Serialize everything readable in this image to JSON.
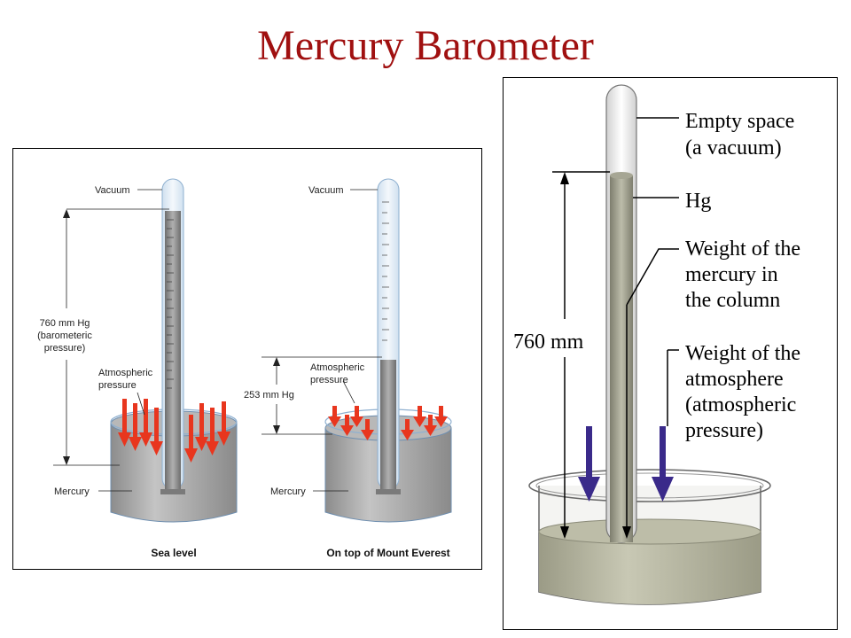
{
  "title": "Mercury Barometer",
  "left_diagram": {
    "sea_level": {
      "vacuum_label": "Vacuum",
      "height_label": [
        "760 mm Hg",
        "(barometeric",
        "pressure)"
      ],
      "atm_label": [
        "Atmospheric",
        "pressure"
      ],
      "mercury_label": "Mercury",
      "caption": "Sea level"
    },
    "everest": {
      "vacuum_label": "Vacuum",
      "height_label": "253 mm Hg",
      "atm_label": [
        "Atmospheric",
        "pressure"
      ],
      "mercury_label": "Mercury",
      "caption": "On top of Mount Everest"
    }
  },
  "right_diagram": {
    "labels": {
      "empty_space": [
        "Empty space",
        "(a vacuum)"
      ],
      "hg": "Hg",
      "weight_column": [
        "Weight of the",
        "mercury in",
        "the column"
      ],
      "weight_atm": [
        "Weight of the",
        "atmosphere",
        "(atmospheric",
        "pressure)"
      ],
      "height": "760 mm"
    }
  },
  "colors": {
    "title": "#a01010",
    "arrow_red": "#e8361e",
    "arrow_blue": "#3a2a8a",
    "mercury_gray": "#9a9a9a",
    "liquid_olive": "#b8b8a0"
  }
}
